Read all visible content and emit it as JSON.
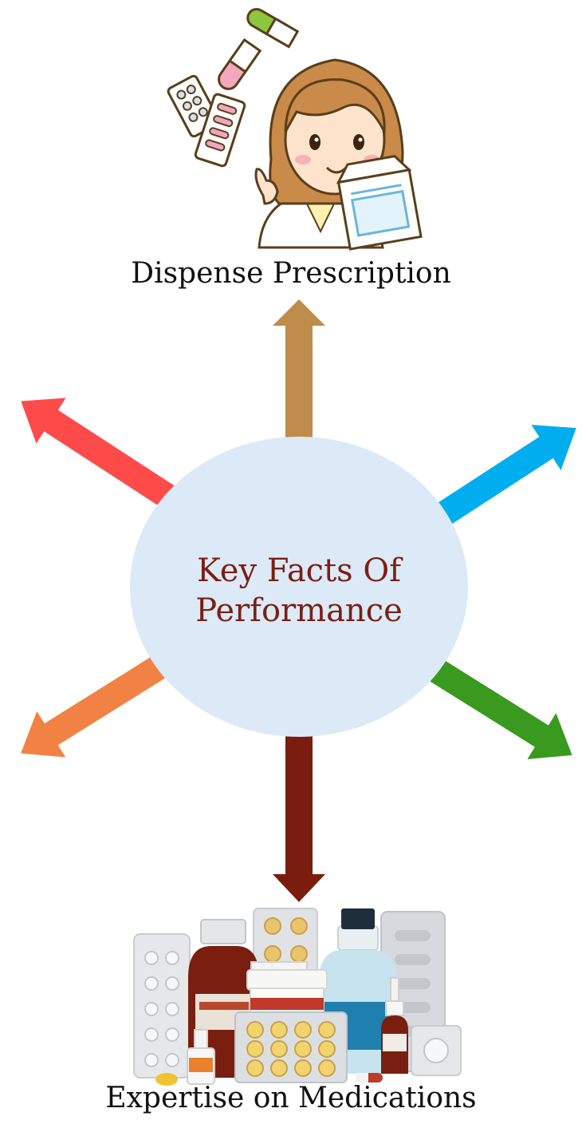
{
  "center": {
    "title_line1": "Key Facts Of",
    "title_line2": "Performance",
    "fill": "#dbeaf6",
    "text_color": "#7a1f14"
  },
  "top": {
    "label": "Dispense Prescription",
    "arrow_color": "#bf8c4c",
    "illustration": "pharmacist-illustration"
  },
  "bottom": {
    "label": "Expertise on Medications",
    "arrow_color": "#7b1d0e",
    "illustration": "medications-illustration"
  },
  "arrows": {
    "upper_left": "#ff4a4a",
    "upper_right": "#00aeef",
    "lower_left": "#f28244",
    "lower_right": "#3a9a1f"
  }
}
